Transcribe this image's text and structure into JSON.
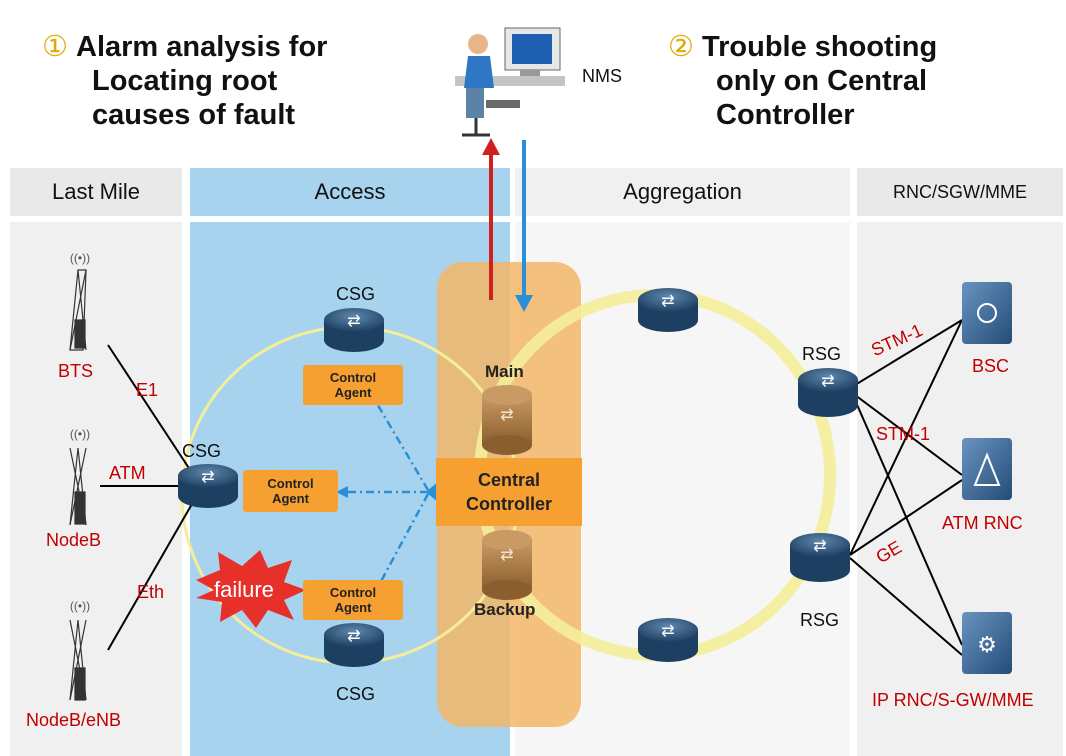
{
  "headings": {
    "left": {
      "number": "①",
      "lines": [
        "Alarm analysis for",
        "Locating root",
        "causes of fault"
      ]
    },
    "right": {
      "number": "②",
      "lines": [
        "Trouble shooting",
        "only on Central",
        "Controller"
      ]
    }
  },
  "nms_label": "NMS",
  "zones": {
    "last_mile": "Last Mile",
    "access": "Access",
    "aggregation": "Aggregation",
    "core": "RNC/SGW/MME"
  },
  "sites": {
    "bts": "BTS",
    "nodeb": "NodeB",
    "nodeb_enb": "NodeB/eNB"
  },
  "links": {
    "e1": "E1",
    "atm": "ATM",
    "eth": "Eth",
    "stm1_a": "STM-1",
    "stm1_b": "STM-1",
    "ge": "GE"
  },
  "routers": {
    "csg_top": "CSG",
    "csg_mid": "CSG",
    "csg_bottom": "CSG",
    "rsg_top": "RSG",
    "rsg_bottom": "RSG"
  },
  "agents": {
    "top": [
      "Control",
      "Agent"
    ],
    "mid": [
      "Control",
      "Agent"
    ],
    "bottom": [
      "Control",
      "Agent"
    ]
  },
  "controller": {
    "main": "Main",
    "backup": "Backup",
    "label_lines": [
      "Central",
      "Controller"
    ]
  },
  "failure": "failure",
  "core_nodes": {
    "bsc": "BSC",
    "atm_rnc": "ATM RNC",
    "ip_rnc": "IP RNC/S-GW/MME"
  },
  "colors": {
    "access_zone": "#a7d3ee",
    "controller_zone": "#f2b667",
    "agent": "#f6a032",
    "alarm_arrow": "#d0201f",
    "command_arrow": "#2a8fd6",
    "ring": "#f4ee9a",
    "label_red": "#c00000",
    "heading_number": "#e0a800"
  }
}
